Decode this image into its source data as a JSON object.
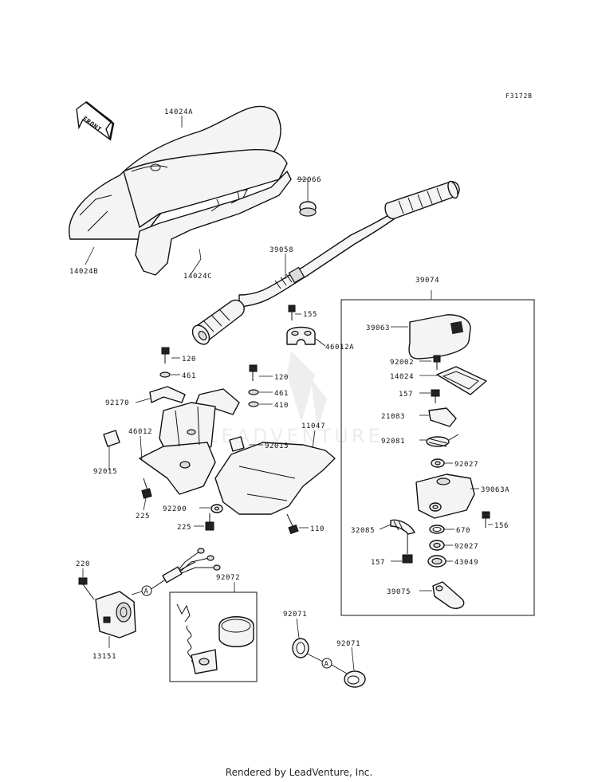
{
  "figure_code": "F3172B",
  "front_label": "FRONT",
  "watermark": "LEADVENTURE",
  "footer": "Rendered by LeadVenture, Inc.",
  "parts": [
    {
      "id": "p14024A",
      "label": "14024A"
    },
    {
      "id": "p92066",
      "label": "92066"
    },
    {
      "id": "p14024B",
      "label": "14024B"
    },
    {
      "id": "p14024C",
      "label": "14024C"
    },
    {
      "id": "p39058",
      "label": "39058"
    },
    {
      "id": "p39074",
      "label": "39074"
    },
    {
      "id": "p155",
      "label": "155"
    },
    {
      "id": "p46012A",
      "label": "46012A"
    },
    {
      "id": "p120a",
      "label": "120"
    },
    {
      "id": "p461a",
      "label": "461"
    },
    {
      "id": "p120b",
      "label": "120"
    },
    {
      "id": "p461b",
      "label": "461"
    },
    {
      "id": "p410",
      "label": "410"
    },
    {
      "id": "p92170",
      "label": "92170"
    },
    {
      "id": "p46012",
      "label": "46012"
    },
    {
      "id": "p11047",
      "label": "11047"
    },
    {
      "id": "p92015a",
      "label": "92015"
    },
    {
      "id": "p92015b",
      "label": "92015"
    },
    {
      "id": "p225a",
      "label": "225"
    },
    {
      "id": "p92200",
      "label": "92200"
    },
    {
      "id": "p225b",
      "label": "225"
    },
    {
      "id": "p110",
      "label": "110"
    },
    {
      "id": "p39063",
      "label": "39063"
    },
    {
      "id": "p92002",
      "label": "92002"
    },
    {
      "id": "p14024",
      "label": "14024"
    },
    {
      "id": "p157a",
      "label": "157"
    },
    {
      "id": "p21083",
      "label": "21083"
    },
    {
      "id": "p92081",
      "label": "92081"
    },
    {
      "id": "p92027a",
      "label": "92027"
    },
    {
      "id": "p39063A",
      "label": "39063A"
    },
    {
      "id": "p156",
      "label": "156"
    },
    {
      "id": "p32085",
      "label": "32085"
    },
    {
      "id": "p670",
      "label": "670"
    },
    {
      "id": "p92027b",
      "label": "92027"
    },
    {
      "id": "p157b",
      "label": "157"
    },
    {
      "id": "p43049",
      "label": "43049"
    },
    {
      "id": "p39075",
      "label": "39075"
    },
    {
      "id": "p220",
      "label": "220"
    },
    {
      "id": "p92072",
      "label": "92072"
    },
    {
      "id": "p13151",
      "label": "13151"
    },
    {
      "id": "p92071a",
      "label": "92071"
    },
    {
      "id": "p92071b",
      "label": "92071"
    }
  ],
  "ref_markers": [
    "A",
    "A"
  ]
}
